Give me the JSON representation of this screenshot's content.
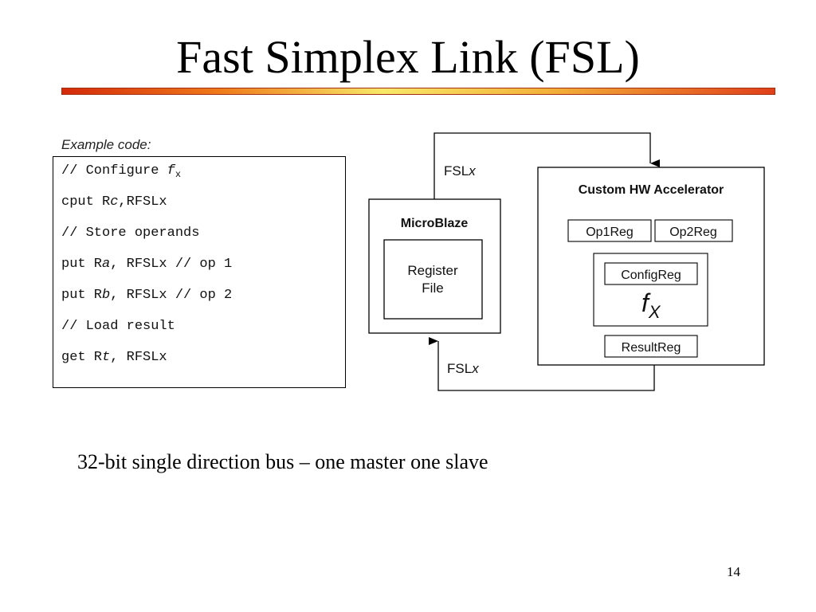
{
  "slide": {
    "title": "Fast Simplex Link (FSL)",
    "body_text": "32-bit single direction bus – one master one slave",
    "page_number": "14"
  },
  "code_example": {
    "caption": "Example code:",
    "lines": [
      {
        "before": "// Configure ",
        "italic": "f",
        "sub": "x",
        "after": ""
      },
      {
        "before": "cput R",
        "italic": "c",
        "sub": "",
        "after": ",RFSLx"
      },
      {
        "before": "// Store operands",
        "italic": "",
        "sub": "",
        "after": ""
      },
      {
        "before": "put R",
        "italic": "a",
        "sub": "",
        "after": ", RFSLx // op 1"
      },
      {
        "before": "put R",
        "italic": "b",
        "sub": "",
        "after": ", RFSLx // op 2"
      },
      {
        "before": "// Load result",
        "italic": "",
        "sub": "",
        "after": ""
      },
      {
        "before": "get R",
        "italic": "t",
        "sub": "",
        "after": ", RFSLx"
      }
    ]
  },
  "diagram": {
    "fsl_top": {
      "text": "FSL",
      "italic": "x"
    },
    "fsl_bottom": {
      "text": "FSL",
      "italic": "x"
    },
    "microblaze": {
      "title": "MicroBlaze",
      "register_file_line1": "Register",
      "register_file_line2": "File"
    },
    "accelerator": {
      "title": "Custom HW Accelerator",
      "op1": "Op1Reg",
      "op2": "Op2Reg",
      "config": "ConfigReg",
      "func_symbol": "f",
      "func_sub": "X",
      "result": "ResultReg"
    }
  },
  "colors": {
    "title_rule": [
      "#d42a0a",
      "#ef7a1a",
      "#f7e86a",
      "#f3b23a",
      "#e0401a"
    ]
  }
}
